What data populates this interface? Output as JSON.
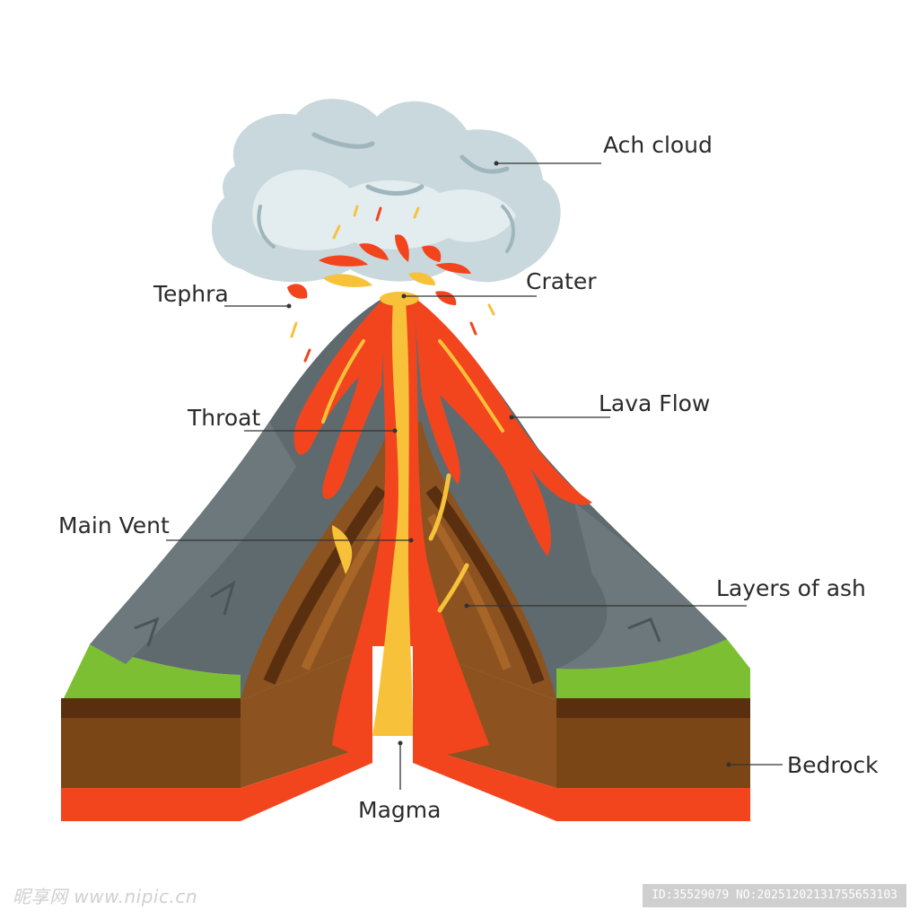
{
  "labels": {
    "ash_cloud": "Ach cloud",
    "tephra": "Tephra",
    "crater": "Crater",
    "throat": "Throat",
    "lava_flow": "Lava Flow",
    "main_vent": "Main Vent",
    "layers_of_ash": "Layers of ash",
    "bedrock": "Bedrock",
    "magma": "Magma"
  },
  "watermark": {
    "left": "昵享网 www.nipic.cn",
    "right": "ID:35529079 NO:20251202131755653103"
  },
  "colors": {
    "cloud": "#c9d8dc",
    "mountain": "#5f6a6e",
    "lava": "#f2451e",
    "magma_core": "#f7c23a",
    "grass": "#7cbf33",
    "soil": "#7a4616",
    "ash_layers": "#8c5320"
  }
}
